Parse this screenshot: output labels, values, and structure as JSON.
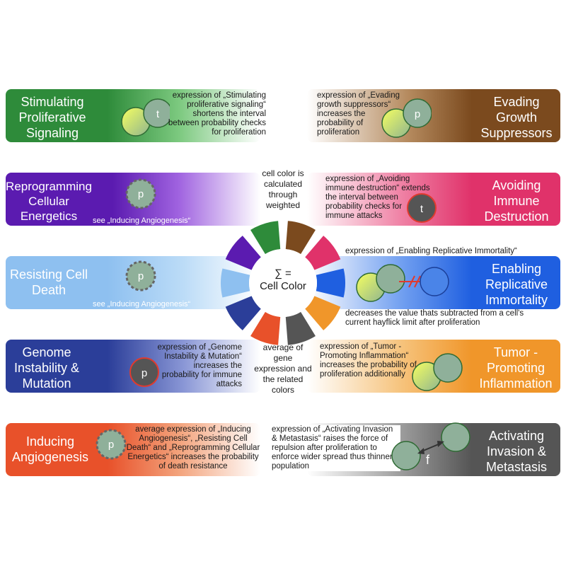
{
  "hallmarks": {
    "stimulating": {
      "title": "Stimulating Proliferative Signaling",
      "description": "expression of „Stimulating proliferative signaling“ shortens the interval between probability checks for proliferation",
      "cell_letter": "t",
      "color": "#2e8b3a"
    },
    "evading": {
      "title": "Evading Growth Suppressors",
      "description": "expression of „Evading growth suppressors“ increases the probability of proliferation",
      "cell_letter": "p",
      "color": "#7b4a1e"
    },
    "reprogramming": {
      "title": "Reprogramming Cellular Energetics",
      "caption": "see „Inducing Angiogenesis“",
      "cell_letter": "p",
      "color": "#5b1bb0"
    },
    "avoiding": {
      "title": "Avoiding Immune Destruction",
      "description": "expression of „Avoiding immune destruction“ extends the interval between probability checks for immune attacks",
      "cell_letter": "t",
      "color": "#e0326a"
    },
    "resisting": {
      "title": "Resisting Cell Death",
      "caption": "see „Inducing Angiogenesis“",
      "cell_letter": "p",
      "color": "#8ec0f0"
    },
    "enabling": {
      "title": "Enabling Replicative Immortality",
      "description_top": "expression of „Enabling Replicative Immortality“",
      "description_bottom": "decreases the value thats subtracted from a cell's current hayflick limit after proliferation",
      "color": "#1f5fe0"
    },
    "genome": {
      "title": "Genome Instability & Mutation",
      "description": "expression of „Genome Instability & Mutation“ increases the probability for immune attacks",
      "cell_letter": "p",
      "color": "#2b3e99"
    },
    "tumor": {
      "title": "Tumor - Promoting Inflammation",
      "description": "expression of „Tumor - Promoting Inflammation“ increases the probability of proliferation additionally",
      "color": "#f0962a"
    },
    "inducing": {
      "title": "Inducing Angiogenesis",
      "description": "average expression of „Inducing Angiogenesis“, „Resisting Cell Death“ and „Reprogramming Cellular Energetics“ increases the probability of death resistance",
      "cell_letter": "p",
      "color": "#e8512a"
    },
    "activating": {
      "title": "Activating Invasion & Metastasis",
      "description": "expression of „Activating Invasion & Metastasis“ raises the force of repulsion after proliferation to enforce wider spread thus thinner population",
      "cell_letter": "f",
      "color": "#555555"
    }
  },
  "center": {
    "formula": "∑ =",
    "label": "Cell Color",
    "top_text": "cell color is calculated through weighted",
    "bottom_text": "average of gene expression and the related colors"
  }
}
